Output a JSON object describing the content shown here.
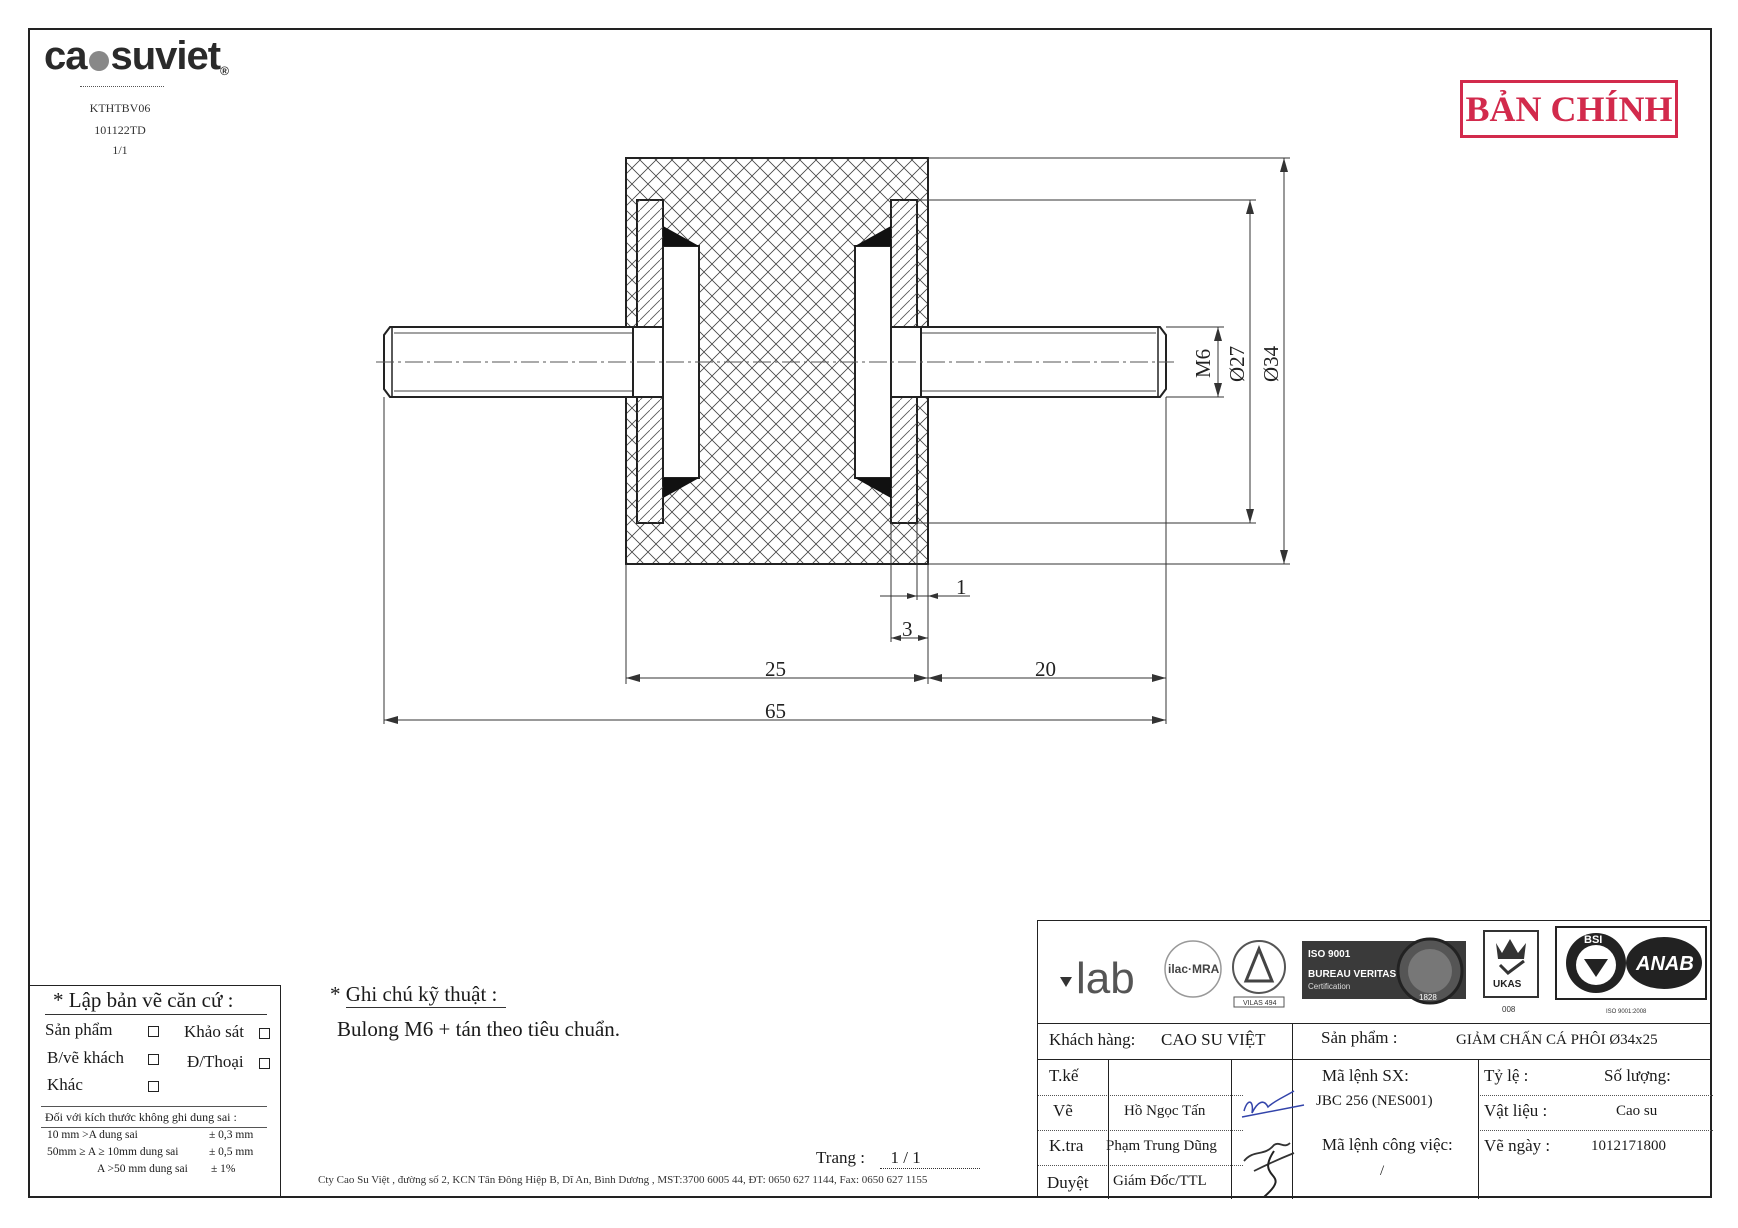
{
  "header": {
    "logo_text_a": "ca",
    "logo_text_b": "suviet",
    "logo_reg": "®",
    "doc_code": "KTHTBV06",
    "doc_number": "101122TD",
    "sheet": "1/1",
    "stamp": "BẢN CHÍNH"
  },
  "dimensions": {
    "thread": "M6",
    "inner_dia": "Ø27",
    "outer_dia": "Ø34",
    "plate_gap": "1",
    "plate_thickness": "3",
    "body_length": "25",
    "stud_length": "20",
    "total_length": "65"
  },
  "basis_box": {
    "title": "* Lập bản vẽ căn cứ :",
    "options": [
      "Sản phẩm",
      "Khảo sát",
      "B/vẽ khách",
      "Đ/Thoại",
      "Khác"
    ],
    "tolerance_title": "Đối với kích thước không ghi dung sai :",
    "tolerances": [
      {
        "range": "10 mm >A  dung sai",
        "value": "± 0,3 mm"
      },
      {
        "range": "50mm ≥ A ≥ 10mm dung sai",
        "value": "± 0,5 mm"
      },
      {
        "range": "A >50 mm dung sai",
        "value": "± 1%"
      }
    ]
  },
  "notes": {
    "title": "* Ghi chú kỹ thuật :",
    "body": "Bulong M6 + tán theo tiêu chuẩn."
  },
  "page": {
    "label": "Trang :",
    "value": "1 / 1"
  },
  "footer": "Cty Cao Su Việt , đường số 2, KCN Tân Đông Hiệp B, Dĩ An, Bình Dương , MST:3700 6005 44, ĐT: 0650 627 1144, Fax: 0650 627 1155",
  "title_block": {
    "logos": {
      "lab": "lab",
      "ilac": "ilac·MRA",
      "vilas": "VILAS 494",
      "iso": "ISO 9001",
      "bv": "BUREAU VERITAS",
      "bv_sub": "Certification",
      "bv_year": "1828",
      "ukas": "UKAS",
      "ukas_num": "008",
      "bsi": "BSI",
      "anab": "ANAB",
      "iso2": "ISO 9001:2008"
    },
    "customer_label": "Khách hàng:",
    "customer": "CAO SU VIỆT",
    "product_label": "Sản phẩm :",
    "product": "GIẢM CHẤN CÁ PHÔI Ø34x25",
    "rows": [
      {
        "label": "T.kế",
        "name": ""
      },
      {
        "label": "Vẽ",
        "name": "Hồ Ngọc Tấn"
      },
      {
        "label": "K.tra",
        "name": "Phạm Trung Dũng"
      },
      {
        "label": "Duyệt",
        "name": "Giám Đốc/TTL"
      }
    ],
    "order_label": "Mã lệnh SX:",
    "order": "JBC 256 (NES001)",
    "job_label": "Mã lệnh công việc:",
    "job": "/",
    "scale_label": "Tỷ lệ :",
    "qty_label": "Số lượng:",
    "material_label": "Vật liệu :",
    "material": "Cao su",
    "date_label": "Vẽ ngày :",
    "date": "1012171800"
  }
}
